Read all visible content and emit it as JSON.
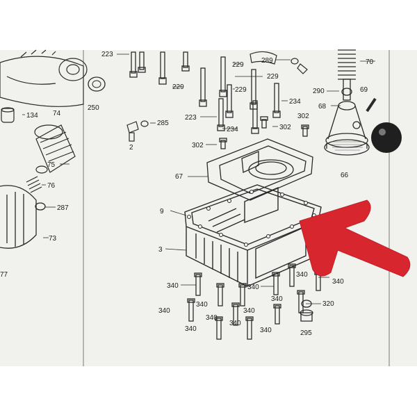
{
  "colors": {
    "paper": "#f1f1ee",
    "ink": "#2a2a2a",
    "arrow": "#d8262f",
    "background": "#ffffff"
  },
  "icons": {
    "pointer": "red-arrow-icon"
  },
  "callouts": [
    "223",
    "229",
    "289",
    "70",
    "229",
    "229",
    "229",
    "250",
    "234",
    "290",
    "69",
    "134",
    "74",
    "285",
    "223",
    "68",
    "302",
    "234",
    "302",
    "2",
    "302",
    "75",
    "76",
    "67",
    "66",
    "287",
    "9",
    "73",
    "3",
    "77",
    "340",
    "340",
    "340",
    "340",
    "340",
    "340",
    "340",
    "340",
    "340",
    "340",
    "340",
    "340",
    "320",
    "295"
  ]
}
